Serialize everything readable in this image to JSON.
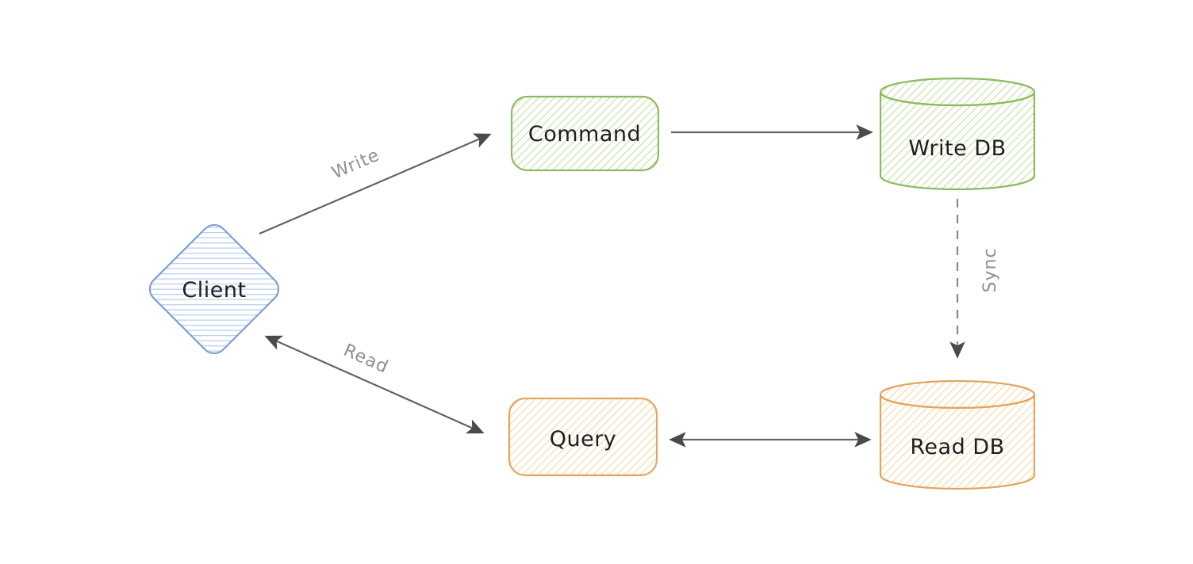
{
  "canvas": {
    "background": "#ffffff"
  },
  "nodes": {
    "client": {
      "label": "Client",
      "shape": "diamond",
      "stroke": "#7f9fd4",
      "hatch": "#b9d0f2"
    },
    "command": {
      "label": "Command",
      "shape": "rectangle",
      "stroke": "#8cba61",
      "hatch": "#bfdf9d"
    },
    "write_db": {
      "label": "Write DB",
      "shape": "cylinder",
      "stroke": "#8cba61",
      "hatch": "#bfdf9d"
    },
    "query": {
      "label": "Query",
      "shape": "rectangle",
      "stroke": "#e2a55e",
      "hatch": "#f6d49e"
    },
    "read_db": {
      "label": "Read DB",
      "shape": "cylinder",
      "stroke": "#e2a55e",
      "hatch": "#f6d49e"
    }
  },
  "edges": {
    "write": {
      "label": "Write",
      "from": "client",
      "to": "command",
      "style": "solid",
      "arrows": "end"
    },
    "read": {
      "label": "Read",
      "from": "client",
      "to": "query",
      "style": "solid",
      "arrows": "both"
    },
    "command_to_write_db": {
      "label": "",
      "from": "command",
      "to": "write_db",
      "style": "solid",
      "arrows": "end"
    },
    "sync": {
      "label": "Sync",
      "from": "write_db",
      "to": "read_db",
      "style": "dashed",
      "arrows": "end"
    },
    "query_to_read_db": {
      "label": "",
      "from": "query",
      "to": "read_db",
      "style": "solid",
      "arrows": "both"
    }
  },
  "colors": {
    "arrow": "#636363",
    "dashed_arrow": "#8a8a8a",
    "arrowhead": "#4a4a4a",
    "edge_label": "#8f8f8f",
    "node_text": "#1e1e1e"
  }
}
